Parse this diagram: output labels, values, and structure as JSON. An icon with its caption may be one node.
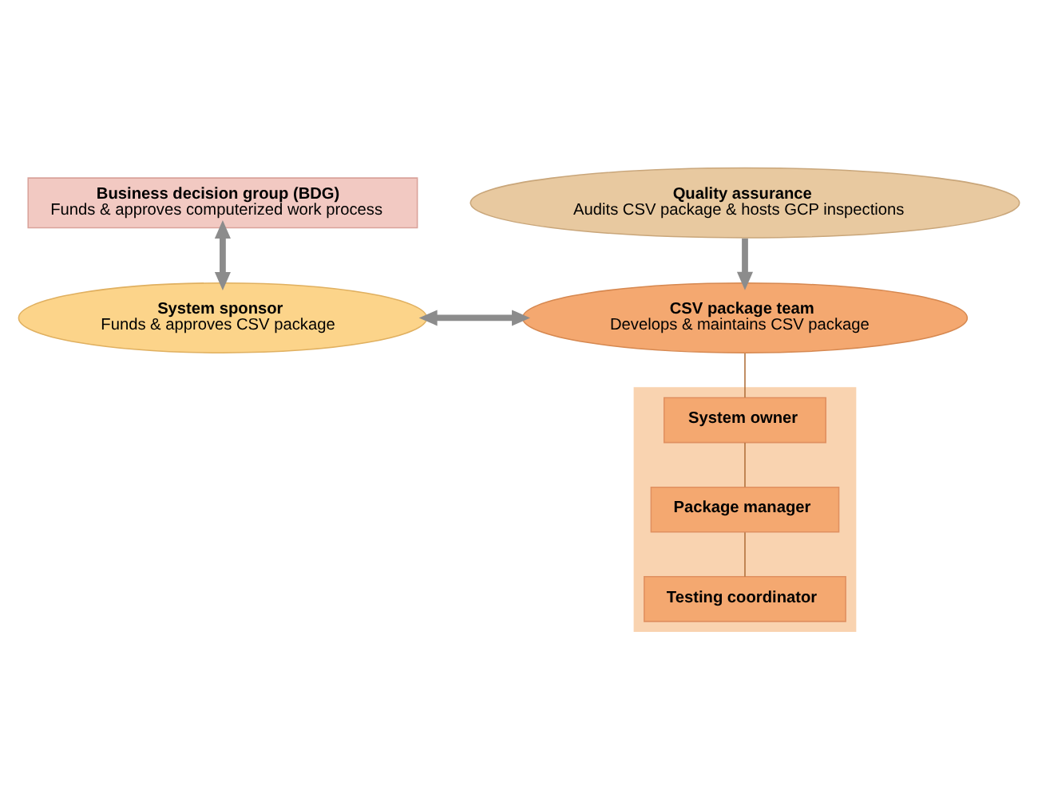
{
  "diagram": {
    "nodes": [
      {
        "text": [
          "Business decision group (BDG)",
          "Funds & approves computerized work process"
        ]
      },
      {
        "text": [
          "Quality assurance",
          "Audits CSV package & hosts GCP inspections"
        ]
      },
      {
        "text": [
          "System sponsor",
          "Funds & approves CSV package"
        ]
      },
      {
        "text": [
          "CSV package team",
          "Develops & maintains CSV package"
        ]
      },
      {
        "text": [],
        "shape": "box"
      },
      {
        "text": [
          "System owner"
        ],
        "in": 4
      },
      {
        "text": [
          "Package manager"
        ],
        "in": 4
      },
      {
        "text": [
          "Testing coordinator"
        ],
        "in": 4
      }
    ],
    "edges": [
      {
        "from": 0,
        "to": 2,
        "arrow": "both",
        "style": "thick"
      },
      {
        "from": 1,
        "to": 3,
        "arrow": "to",
        "style": "thick"
      },
      {
        "from": 2,
        "to": 3,
        "arrow": "both",
        "style": "thick"
      },
      {
        "from": 3,
        "to": 5,
        "arrow": "none",
        "color": "#b0703a"
      },
      {
        "from": 5,
        "to": 6,
        "arrow": "none",
        "color": "#b0703a"
      },
      {
        "from": 6,
        "to": 7,
        "arrow": "none",
        "color": "#b0703a"
      }
    ]
  }
}
